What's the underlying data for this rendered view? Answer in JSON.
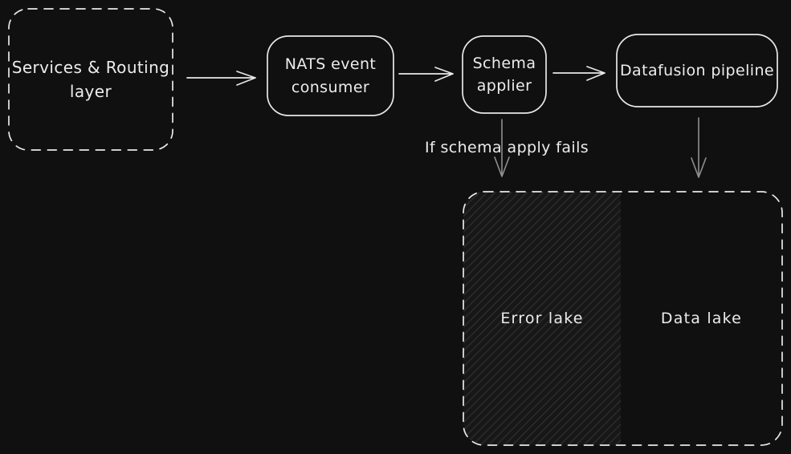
{
  "canvas": {
    "background": "#101010",
    "stroke_color": "#e8e8e8",
    "muted_arrow_color": "#8f8f8f",
    "text_color": "#ececec",
    "hatch_color": "#2e2e2e"
  },
  "nodes": {
    "services_routing": {
      "lines": [
        "Services & Routing",
        "layer"
      ],
      "border": "dashed"
    },
    "nats_consumer": {
      "lines": [
        "NATS event",
        "consumer"
      ],
      "border": "solid"
    },
    "schema_applier": {
      "lines": [
        "Schema",
        "applier"
      ],
      "border": "solid"
    },
    "datafusion_pipeline": {
      "label": "Datafusion pipeline",
      "border": "solid"
    },
    "lakes_container": {
      "border": "dashed"
    },
    "error_lake": {
      "label": "Error lake",
      "fill": "hatched"
    },
    "data_lake": {
      "label": "Data lake",
      "fill": "none"
    }
  },
  "edges": [
    {
      "from": "services_routing",
      "to": "nats_consumer",
      "label": ""
    },
    {
      "from": "nats_consumer",
      "to": "schema_applier",
      "label": ""
    },
    {
      "from": "schema_applier",
      "to": "datafusion_pipeline",
      "label": ""
    },
    {
      "from": "schema_applier",
      "to": "error_lake",
      "label": "If schema apply fails"
    },
    {
      "from": "datafusion_pipeline",
      "to": "data_lake",
      "label": ""
    }
  ]
}
